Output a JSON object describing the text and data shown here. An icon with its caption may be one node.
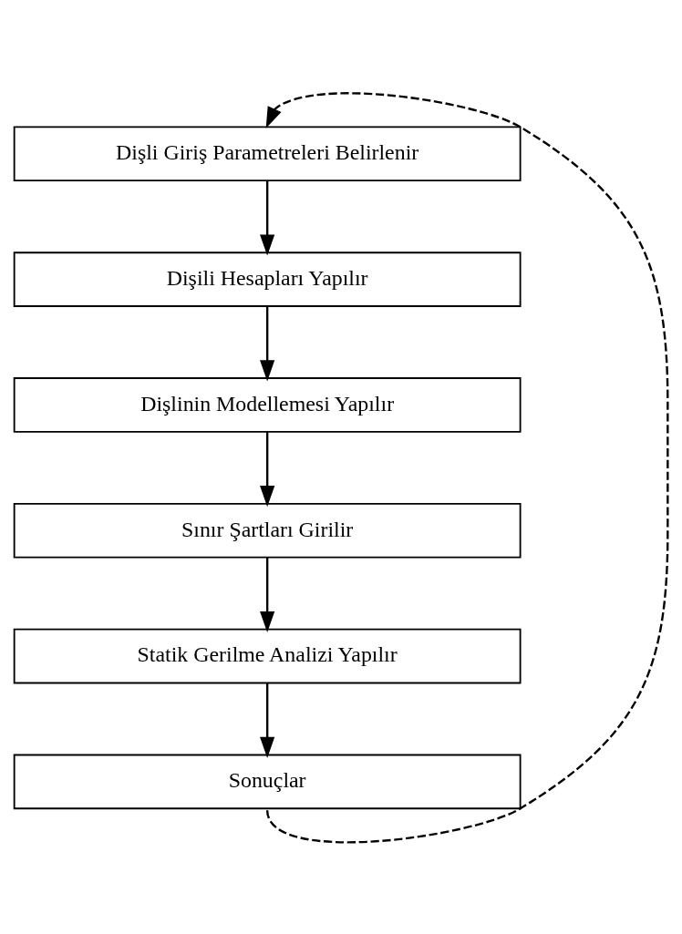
{
  "diagram": {
    "nodes": [
      {
        "text": [
          "Dişli Giriş Parametreleri Belirlenir"
        ]
      },
      {
        "text": [
          "Dişili Hesapları Yapılır"
        ]
      },
      {
        "text": [
          "Dişlinin Modellemesi Yapılır"
        ]
      },
      {
        "text": [
          "Sınır Şartları Girilir"
        ]
      },
      {
        "text": [
          "Statik Gerilme Analizi Yapılır"
        ]
      },
      {
        "text": [
          "Sonuçlar"
        ]
      }
    ],
    "edges": [
      {
        "from": 0,
        "to": 1,
        "arrow": "to"
      },
      {
        "from": 1,
        "to": 2,
        "arrow": "to"
      },
      {
        "from": 2,
        "to": 3,
        "arrow": "to"
      },
      {
        "from": 3,
        "to": 4,
        "arrow": "to"
      },
      {
        "from": 4,
        "to": 5,
        "arrow": "to"
      },
      {
        "from": 5,
        "to": 0,
        "arrow": "to",
        "style": "dashed"
      }
    ]
  }
}
